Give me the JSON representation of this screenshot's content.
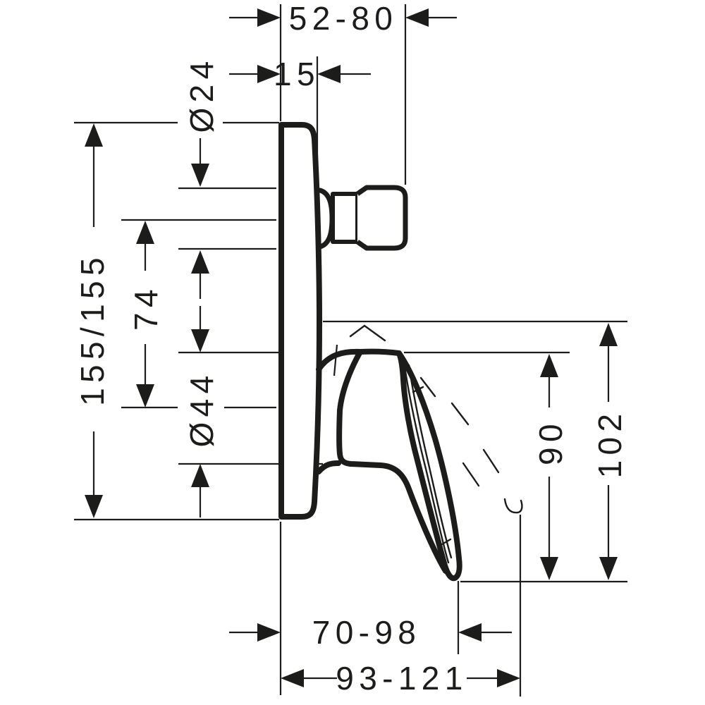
{
  "drawing": {
    "title": "Concealed single-lever bath mixer - technical dimension drawing, side view",
    "colors": {
      "line": "#1c1c1a",
      "background": "#ffffff"
    },
    "dimensions": {
      "projection_depth": "52-80",
      "plate_thickness": "15",
      "spout_diameter": "Ø24",
      "plate_height": "155/155",
      "centre_distance": "74",
      "handle_base_diameter": "Ø44",
      "handle_height": "90",
      "handle_overall_height": "102",
      "handle_projection": "70-98",
      "handle_projection_max": "93-121"
    }
  }
}
